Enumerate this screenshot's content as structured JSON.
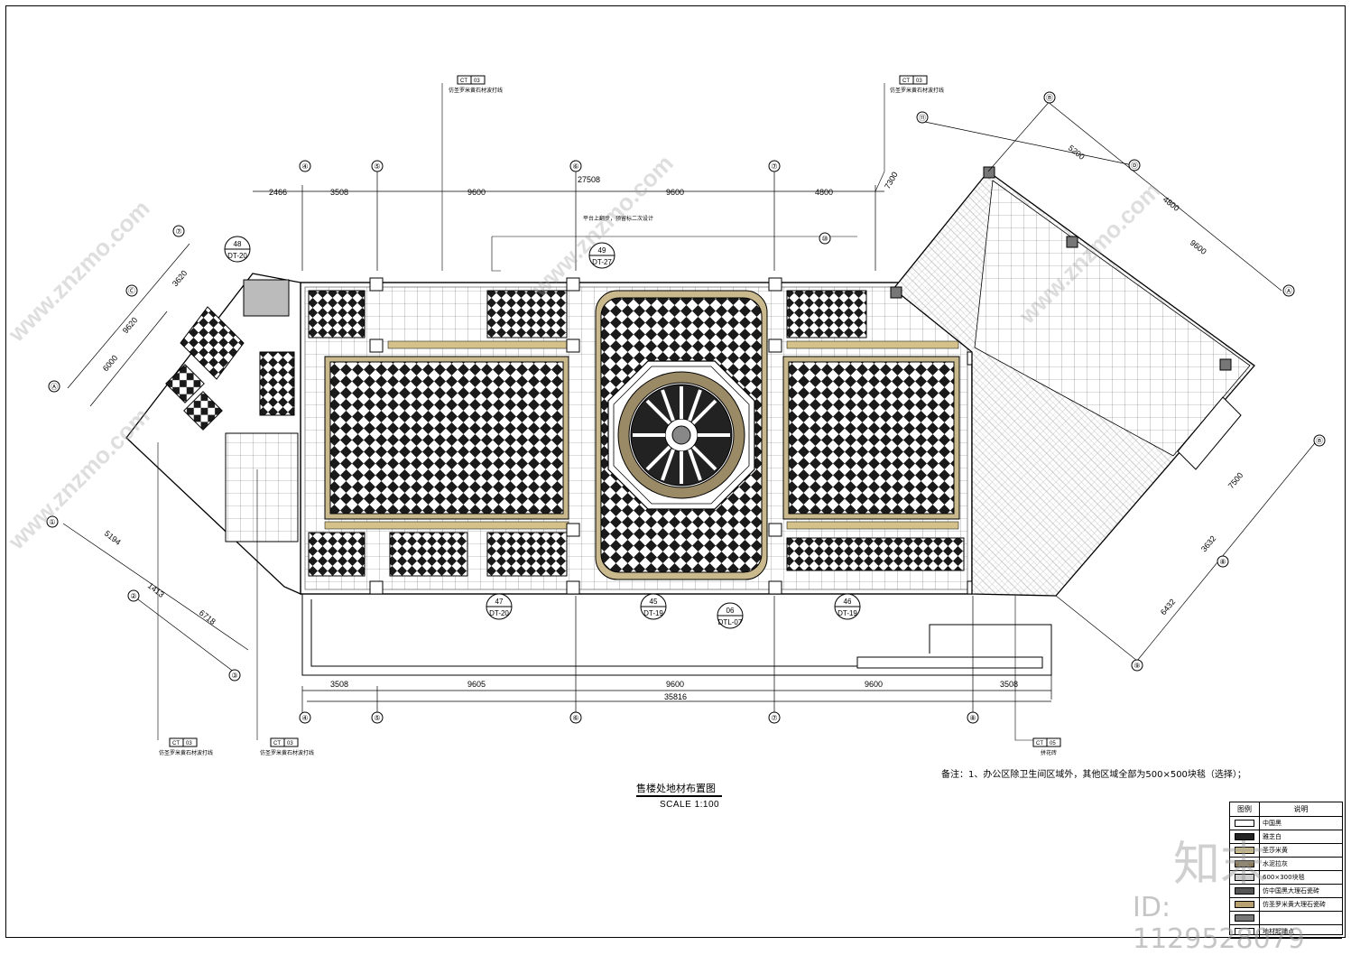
{
  "drawing": {
    "title": "售楼处地材布置图",
    "scale": "SCALE   1:100",
    "note": "备注：1、办公区除卫生间区域外，其他区域全部为500×500块毯（选择）；",
    "top_dims": [
      "2466",
      "3508",
      "9600",
      "9600",
      "4800",
      "27508",
      "7300"
    ],
    "bottom_dims": [
      "3508",
      "9605",
      "9600",
      "9600",
      "3508",
      "35816"
    ],
    "left_dims": [
      "3620",
      "9620",
      "6000",
      "5194",
      "1413",
      "6718"
    ],
    "right_dims": [
      "5200",
      "4800",
      "9600",
      "7500",
      "3632",
      "6432"
    ],
    "axes_top": [
      "④",
      "⑤",
      "⑥",
      "⑦",
      "⑩",
      "⑪"
    ],
    "axes_bottom": [
      "④",
      "⑤",
      "⑥",
      "⑦",
      "⑧"
    ],
    "axes_left": [
      "⑦",
      "Ⓒ",
      "Ⓐ",
      "①",
      "②",
      "③"
    ],
    "axes_right": [
      "Ⓑ",
      "Ⓓ",
      "Ⓐ",
      "Ⓑ",
      "⑧",
      "⑨"
    ],
    "callouts": [
      {
        "num": "48",
        "ref": "DT-20"
      },
      {
        "num": "49",
        "ref": "DT-27"
      },
      {
        "num": "47",
        "ref": "DT-20"
      },
      {
        "num": "45",
        "ref": "DT-19"
      },
      {
        "num": "06",
        "ref": "DTL-07"
      },
      {
        "num": "46",
        "ref": "DT-19"
      }
    ],
    "tags": [
      {
        "a": "CT",
        "b": "03",
        "label": "仿圣罗米黄石材波打线"
      },
      {
        "a": "CT",
        "b": "03",
        "label": "仿圣罗米黄石材波打线"
      },
      {
        "a": "CT",
        "b": "03",
        "label": "仿圣罗米黄石材波打线"
      },
      {
        "a": "CT",
        "b": "03",
        "label": "仿圣罗米黄石材波打线"
      },
      {
        "a": "CT",
        "b": "05",
        "label": "拼花砖"
      }
    ],
    "platform_note": "平台上翻步，预留标二次设计"
  },
  "legend": {
    "head_icon": "图例",
    "head_desc": "说明",
    "rows": [
      {
        "color": "#ffffff",
        "label": "中国黑"
      },
      {
        "color": "#222222",
        "label": "雅芝白"
      },
      {
        "color": "#d4c28a",
        "label": "圣莎米黄"
      },
      {
        "color": "#8a7a5a",
        "label": "水泥拉灰"
      },
      {
        "color": "#cccccc",
        "label": "600×300块毯"
      },
      {
        "color": "#555555",
        "label": "仿中国黑大理石瓷砖"
      },
      {
        "color": "#b8a070",
        "label": "仿圣罗米黄大理石瓷砖"
      },
      {
        "color": "#777777",
        "label": ""
      },
      {
        "color": "#ffffff",
        "label": "地材起铺点"
      }
    ]
  },
  "watermark": {
    "logo": "知末",
    "id": "ID: 1129528079",
    "site": "www.znzmo.com"
  }
}
